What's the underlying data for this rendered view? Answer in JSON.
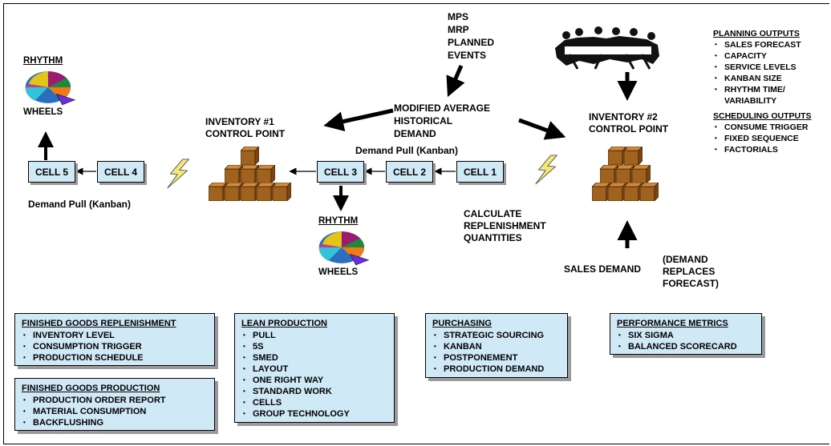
{
  "top_inputs": [
    "MPS",
    "MRP",
    "PLANNED",
    "EVENTS"
  ],
  "modified_average": [
    "MODIFIED AVERAGE",
    "HISTORICAL",
    "DEMAND"
  ],
  "inventory1": [
    "INVENTORY #1",
    "CONTROL POINT"
  ],
  "inventory2": [
    "INVENTORY #2",
    "CONTROL POINT"
  ],
  "rhythm_wheels": {
    "top": "RHYTHM",
    "bottom": "WHEELS"
  },
  "cells": [
    "CELL 5",
    "CELL 4",
    "CELL 3",
    "CELL 2",
    "CELL 1"
  ],
  "demand_pull_kanban": "Demand Pull (Kanban)",
  "calculate": [
    "CALCULATE",
    "REPLENISHMENT",
    "QUANTITIES"
  ],
  "sales_demand": "SALES DEMAND",
  "demand_replaces": [
    "(DEMAND",
    "REPLACES",
    "FORECAST)"
  ],
  "planning_outputs": {
    "title": "PLANNING OUTPUTS",
    "items": [
      "SALES FORECAST",
      "CAPACITY",
      "SERVICE LEVELS",
      "KANBAN SIZE",
      "RHYTHM TIME/"
    ],
    "continuation": "VARIABILITY"
  },
  "scheduling_outputs": {
    "title": "SCHEDULING OUTPUTS",
    "items": [
      "CONSUME TRIGGER",
      "FIXED SEQUENCE",
      "FACTORIALS"
    ]
  },
  "boxes": {
    "fg_replenishment": {
      "title": "FINISHED GOODS REPLENISHMENT",
      "items": [
        "INVENTORY LEVEL",
        "CONSUMPTION TRIGGER",
        "PRODUCTION SCHEDULE"
      ]
    },
    "fg_production": {
      "title": "FINISHED GOODS PRODUCTION",
      "items": [
        "PRODUCTION ORDER REPORT",
        "MATERIAL CONSUMPTION",
        "BACKFLUSHING"
      ]
    },
    "lean_production": {
      "title": "LEAN PRODUCTION",
      "items": [
        "PULL",
        "5S",
        "SMED",
        "LAYOUT",
        "ONE RIGHT WAY",
        "STANDARD WORK",
        "CELLS",
        "GROUP TECHNOLOGY"
      ]
    },
    "purchasing": {
      "title": "PURCHASING",
      "items": [
        "STRATEGIC SOURCING",
        "KANBAN",
        "POSTPONEMENT",
        "PRODUCTION DEMAND"
      ]
    },
    "performance_metrics": {
      "title": "PERFORMANCE METRICS",
      "items": [
        "SIX SIGMA",
        "BALANCED SCORECARD"
      ]
    }
  },
  "colors": {
    "box_fill": "#cfe9f7",
    "crate": "#a0621f",
    "bolt": "#f2e77a"
  }
}
